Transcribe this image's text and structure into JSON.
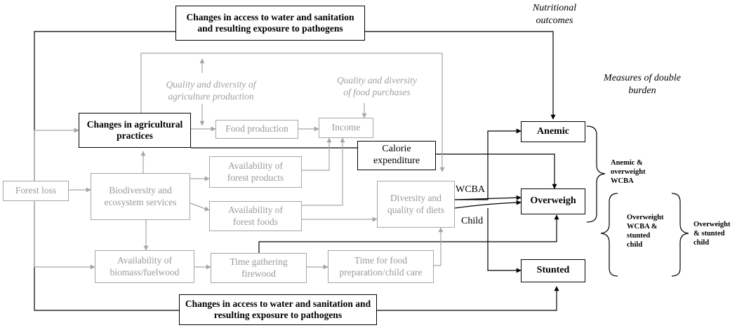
{
  "headers": {
    "nutritional_outcomes": "Nutritional\noutcomes",
    "measures_of_double_burden": "Measures of double\nburden"
  },
  "boxes": {
    "water_top": "Changes in access to water and sanitation\nand resulting exposure to pathogens",
    "water_bottom": "Changes in access to water and sanitation and\nresulting exposure to pathogens",
    "agri_practices": "Changes in agricultural\npractices",
    "food_production": "Food production",
    "income": "Income",
    "calorie_expenditure": "Calorie\nexpenditure",
    "forest_loss": "Forest loss",
    "biodiversity": "Biodiversity and\necosystem services",
    "forest_products": "Availability of\nforest products",
    "forest_foods": "Availability of\nforest foods",
    "diets": "Diversity and\nquality of diets",
    "biomass": "Availability of\nbiomass/fuelwood",
    "firewood": "Time gathering\nfirewood",
    "food_prep": "Time for food\npreparation/child care"
  },
  "annotations": {
    "agri_quality": "Quality and diversity of\nagriculture production",
    "food_purchases": "Quality and diversity\nof food purchases"
  },
  "outcomes": {
    "anemic": "Anemic",
    "overweight": "Overweigh",
    "stunted": "Stunted"
  },
  "path_labels": {
    "wcba": "WCBA",
    "child": "Child"
  },
  "double_burden": {
    "anemic_overweight": "Anemic &\noverweight\nWCBA",
    "overweight_wcba_stunted": "Overweight\nWCBA &\nstunted\nchild",
    "overweight_stunted_child": "Overweight\n& stunted\nchild"
  },
  "colors": {
    "primary_line": "#000000",
    "secondary_line": "#a6a6a6",
    "secondary_text": "#9a9a9a"
  }
}
